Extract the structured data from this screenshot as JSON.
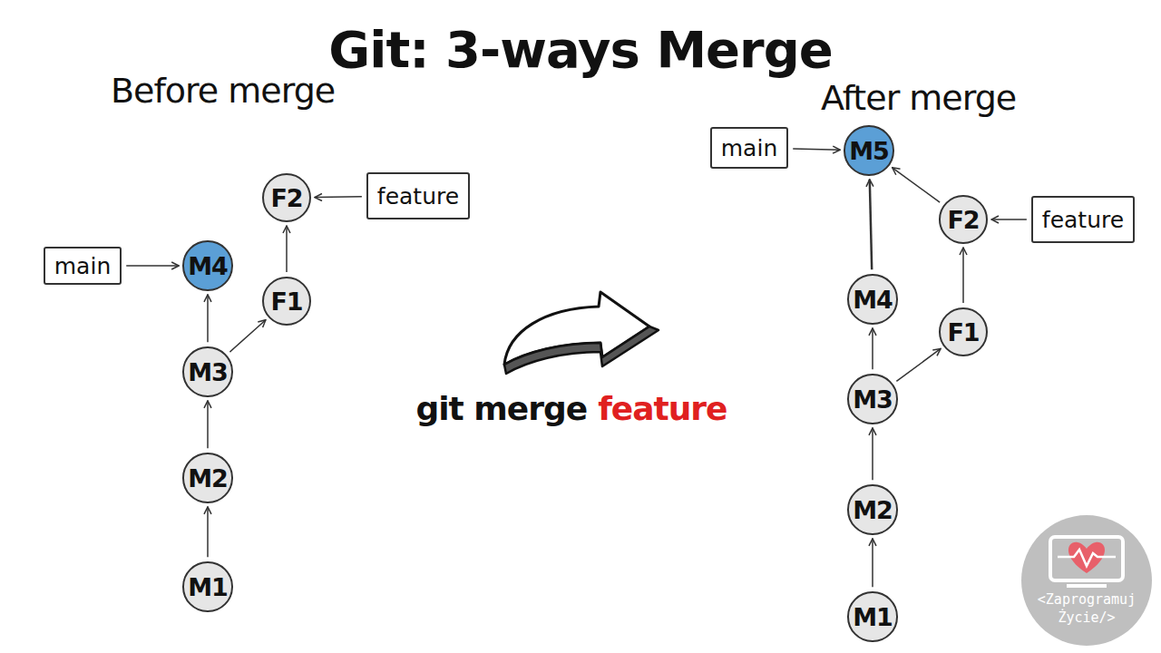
{
  "diagram": {
    "title": "Git: 3-ways Merge",
    "nodes": [
      {
        "text": [
          "main"
        ]
      },
      {
        "text": [
          "F2"
        ]
      },
      {
        "text": [
          "feature"
        ]
      },
      {
        "text": [
          "M4"
        ]
      },
      {
        "text": [
          "F1"
        ]
      },
      {
        "text": [
          "M3"
        ]
      },
      {
        "text": [
          "M2"
        ]
      },
      {
        "text": [
          "M1"
        ]
      },
      {
        "text": [
          "main"
        ]
      },
      {
        "text": [
          "M5"
        ]
      },
      {
        "text": [
          "F2"
        ]
      },
      {
        "text": [
          "feature"
        ]
      },
      {
        "text": [
          "M4"
        ]
      },
      {
        "text": [
          "F1"
        ]
      },
      {
        "text": [
          "M3"
        ]
      },
      {
        "text": [
          "M2"
        ]
      },
      {
        "text": [
          "M1"
        ]
      }
    ],
    "edges": [
      {
        "from": 7,
        "to": 6,
        "arrow": "to"
      },
      {
        "from": 6,
        "to": 5,
        "arrow": "to"
      },
      {
        "from": 5,
        "to": 3,
        "arrow": "to"
      },
      {
        "from": 5,
        "to": 4,
        "arrow": "to"
      },
      {
        "from": 4,
        "to": 1,
        "arrow": "to"
      },
      {
        "from": 0,
        "to": 3,
        "arrow": "to"
      },
      {
        "from": 2,
        "to": 1,
        "arrow": "to"
      },
      {
        "from": 16,
        "to": 15,
        "arrow": "to"
      },
      {
        "from": 15,
        "to": 14,
        "arrow": "to"
      },
      {
        "from": 14,
        "to": 12,
        "arrow": "to"
      },
      {
        "from": 14,
        "to": 13,
        "arrow": "to"
      },
      {
        "from": 13,
        "to": 10,
        "arrow": "to"
      },
      {
        "from": 12,
        "to": 9,
        "arrow": "to"
      },
      {
        "from": 10,
        "to": 9,
        "arrow": "to"
      },
      {
        "from": 8,
        "to": 9,
        "arrow": "to"
      },
      {
        "from": 11,
        "to": 10,
        "arrow": "to"
      }
    ],
    "labels": [
      "Before merge",
      "After merge",
      "git merge",
      "feature",
      "<Zaprogramuj",
      "Życie/>"
    ]
  }
}
